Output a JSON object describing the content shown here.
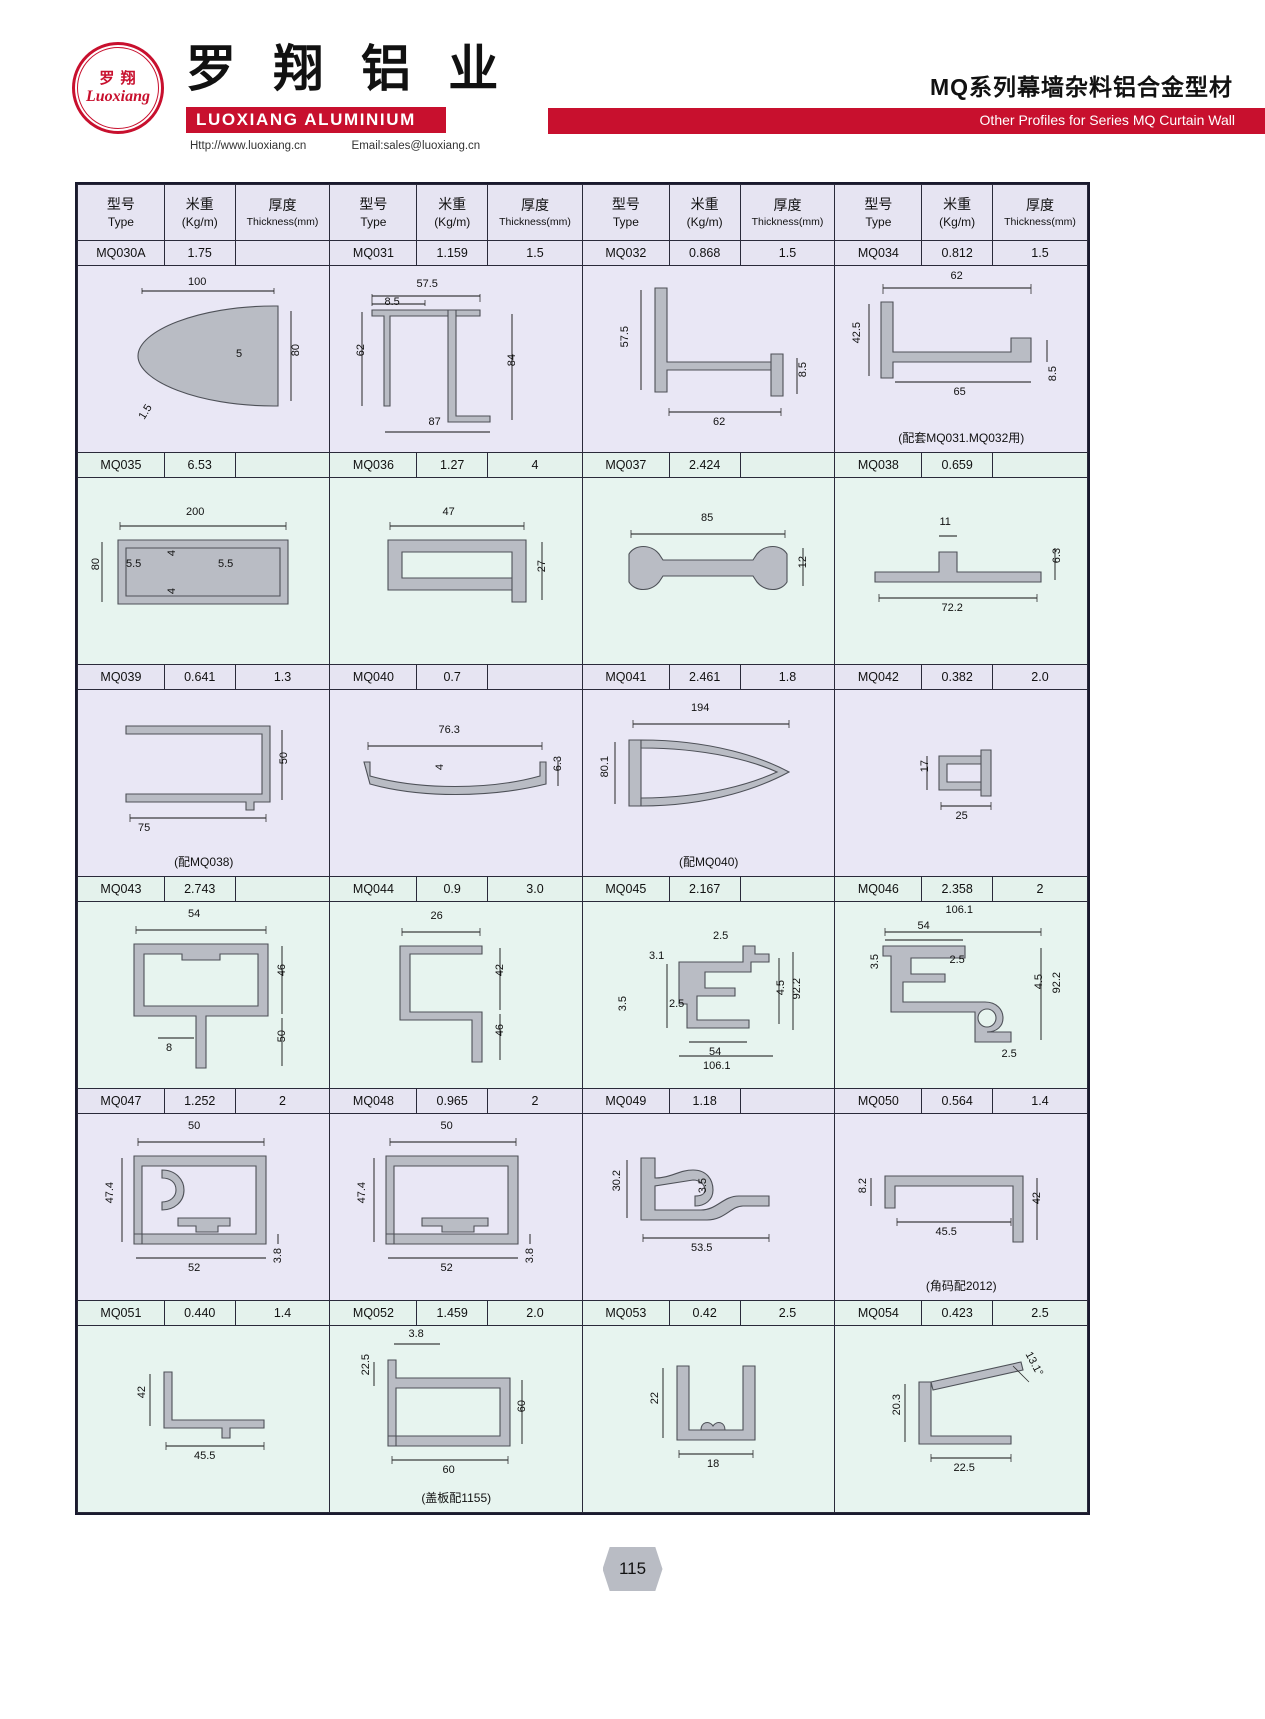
{
  "header": {
    "seal_cn": "罗 翔",
    "seal_en": "Luoxiang",
    "brand_cn": "罗 翔 铝 业",
    "brand_en": "LUOXIANG ALUMINIUM",
    "website": "Http://www.luoxiang.cn",
    "email": "Email:sales@luoxiang.cn",
    "title_cn": "MQ系列幕墙杂料铝合金型材",
    "title_en": "Other Profiles for Series MQ Curtain Wall"
  },
  "columns": {
    "type_cn": "型号",
    "type_en": "Type",
    "weight_cn": "米重",
    "weight_en": "(Kg/m)",
    "thickness_cn": "厚度",
    "thickness_en": "Thickness(mm)"
  },
  "rows": [
    {
      "band": "lav",
      "specs": [
        {
          "type": "MQ030A",
          "weight": "1.75",
          "thickness": ""
        },
        {
          "type": "MQ031",
          "weight": "1.159",
          "thickness": "1.5"
        },
        {
          "type": "MQ032",
          "weight": "0.868",
          "thickness": "1.5"
        },
        {
          "type": "MQ034",
          "weight": "0.812",
          "thickness": "1.5"
        }
      ],
      "drawings": [
        {
          "note": "",
          "dims": [
            "100",
            "5",
            "80",
            "1.5"
          ]
        },
        {
          "note": "",
          "dims": [
            "57.5",
            "8.5",
            "62",
            "84",
            "87"
          ]
        },
        {
          "note": "",
          "dims": [
            "57.5",
            "8.5",
            "62"
          ]
        },
        {
          "note": "(配套MQ031.MQ032用)",
          "dims": [
            "62",
            "42.5",
            "65",
            "8.5"
          ]
        }
      ]
    },
    {
      "band": "mint",
      "specs": [
        {
          "type": "MQ035",
          "weight": "6.53",
          "thickness": ""
        },
        {
          "type": "MQ036",
          "weight": "1.27",
          "thickness": "4"
        },
        {
          "type": "MQ037",
          "weight": "2.424",
          "thickness": ""
        },
        {
          "type": "MQ038",
          "weight": "0.659",
          "thickness": ""
        }
      ],
      "drawings": [
        {
          "note": "",
          "dims": [
            "200",
            "80",
            "5.5",
            "4",
            "4",
            "5.5"
          ]
        },
        {
          "note": "",
          "dims": [
            "47",
            "27"
          ]
        },
        {
          "note": "",
          "dims": [
            "85",
            "12"
          ]
        },
        {
          "note": "",
          "dims": [
            "11",
            "6.3",
            "72.2"
          ]
        }
      ]
    },
    {
      "band": "lav",
      "specs": [
        {
          "type": "MQ039",
          "weight": "0.641",
          "thickness": "1.3"
        },
        {
          "type": "MQ040",
          "weight": "0.7",
          "thickness": ""
        },
        {
          "type": "MQ041",
          "weight": "2.461",
          "thickness": "1.8"
        },
        {
          "type": "MQ042",
          "weight": "0.382",
          "thickness": "2.0"
        }
      ],
      "drawings": [
        {
          "note": "(配MQ038)",
          "dims": [
            "50",
            "75"
          ]
        },
        {
          "note": "",
          "dims": [
            "76.3",
            "4",
            "6.3"
          ]
        },
        {
          "note": "(配MQ040)",
          "dims": [
            "194",
            "80.1"
          ]
        },
        {
          "note": "",
          "dims": [
            "17",
            "25"
          ]
        }
      ]
    },
    {
      "band": "mint",
      "specs": [
        {
          "type": "MQ043",
          "weight": "2.743",
          "thickness": ""
        },
        {
          "type": "MQ044",
          "weight": "0.9",
          "thickness": "3.0"
        },
        {
          "type": "MQ045",
          "weight": "2.167",
          "thickness": ""
        },
        {
          "type": "MQ046",
          "weight": "2.358",
          "thickness": "2"
        }
      ],
      "drawings": [
        {
          "note": "",
          "dims": [
            "54",
            "46",
            "8",
            "50"
          ]
        },
        {
          "note": "",
          "dims": [
            "26",
            "42",
            "46"
          ]
        },
        {
          "note": "",
          "dims": [
            "2.5",
            "3.1",
            "4.5",
            "92.2",
            "3.5",
            "2.5",
            "54",
            "106.1"
          ]
        },
        {
          "note": "",
          "dims": [
            "106.1",
            "54",
            "3.5",
            "2.5",
            "4.5",
            "92.2",
            "2.5"
          ]
        }
      ]
    },
    {
      "band": "lav",
      "specs": [
        {
          "type": "MQ047",
          "weight": "1.252",
          "thickness": "2"
        },
        {
          "type": "MQ048",
          "weight": "0.965",
          "thickness": "2"
        },
        {
          "type": "MQ049",
          "weight": "1.18",
          "thickness": ""
        },
        {
          "type": "MQ050",
          "weight": "0.564",
          "thickness": "1.4"
        }
      ],
      "drawings": [
        {
          "note": "",
          "dims": [
            "50",
            "47.4",
            "52",
            "3.8"
          ]
        },
        {
          "note": "",
          "dims": [
            "50",
            "47.4",
            "52",
            "3.8"
          ]
        },
        {
          "note": "",
          "dims": [
            "30.2",
            "3.5",
            "53.5"
          ]
        },
        {
          "note": "(角码配2012)",
          "dims": [
            "42",
            "8.2",
            "45.5"
          ]
        }
      ]
    },
    {
      "band": "mint",
      "specs": [
        {
          "type": "MQ051",
          "weight": "0.440",
          "thickness": "1.4"
        },
        {
          "type": "MQ052",
          "weight": "1.459",
          "thickness": "2.0"
        },
        {
          "type": "MQ053",
          "weight": "0.42",
          "thickness": "2.5"
        },
        {
          "type": "MQ054",
          "weight": "0.423",
          "thickness": "2.5"
        }
      ],
      "drawings": [
        {
          "note": "",
          "dims": [
            "42",
            "45.5"
          ]
        },
        {
          "note": "(盖板配1155)",
          "dims": [
            "3.8",
            "22.5",
            "60",
            "60"
          ]
        },
        {
          "note": "",
          "dims": [
            "22",
            "18"
          ]
        },
        {
          "note": "",
          "dims": [
            "13.1°",
            "20.3",
            "22.5"
          ]
        }
      ]
    }
  ],
  "footer": {
    "page": "115"
  }
}
